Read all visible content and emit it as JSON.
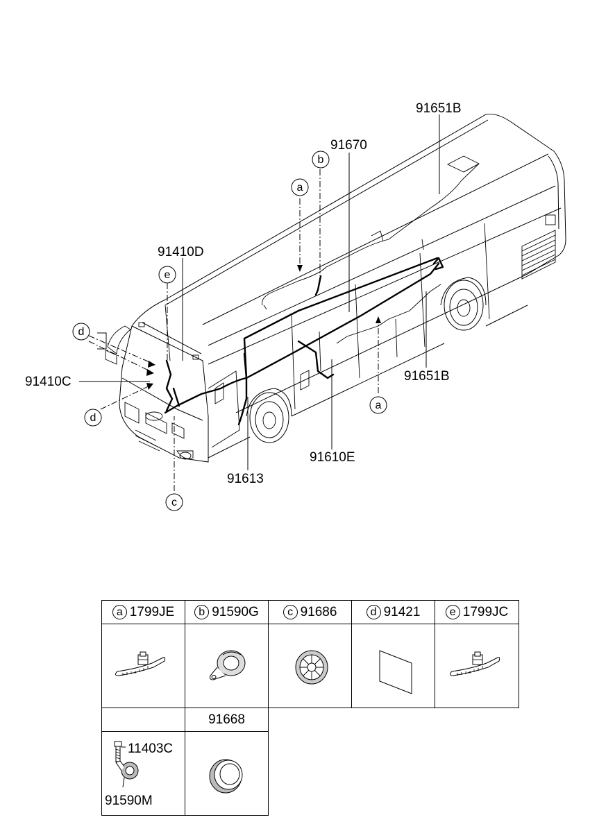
{
  "callouts": {
    "c91651B_top": "91651B",
    "c91670": "91670",
    "c91410D": "91410D",
    "c91410C": "91410C",
    "c91651B_side": "91651B",
    "c91610E": "91610E",
    "c91613": "91613"
  },
  "markers": {
    "a_top": "a",
    "a_bottom": "a",
    "b": "b",
    "c": "c",
    "d_top": "d",
    "d_bottom": "d",
    "e": "e"
  },
  "parts_table": {
    "row1": [
      {
        "letter": "a",
        "part": "1799JE"
      },
      {
        "letter": "b",
        "part": "91590G"
      },
      {
        "letter": "c",
        "part": "91686"
      },
      {
        "letter": "d",
        "part": "91421"
      },
      {
        "letter": "e",
        "part": "1799JC"
      }
    ],
    "row2_header": "91668",
    "row2_left": {
      "upper": "11403C",
      "lower": "91590M"
    }
  }
}
